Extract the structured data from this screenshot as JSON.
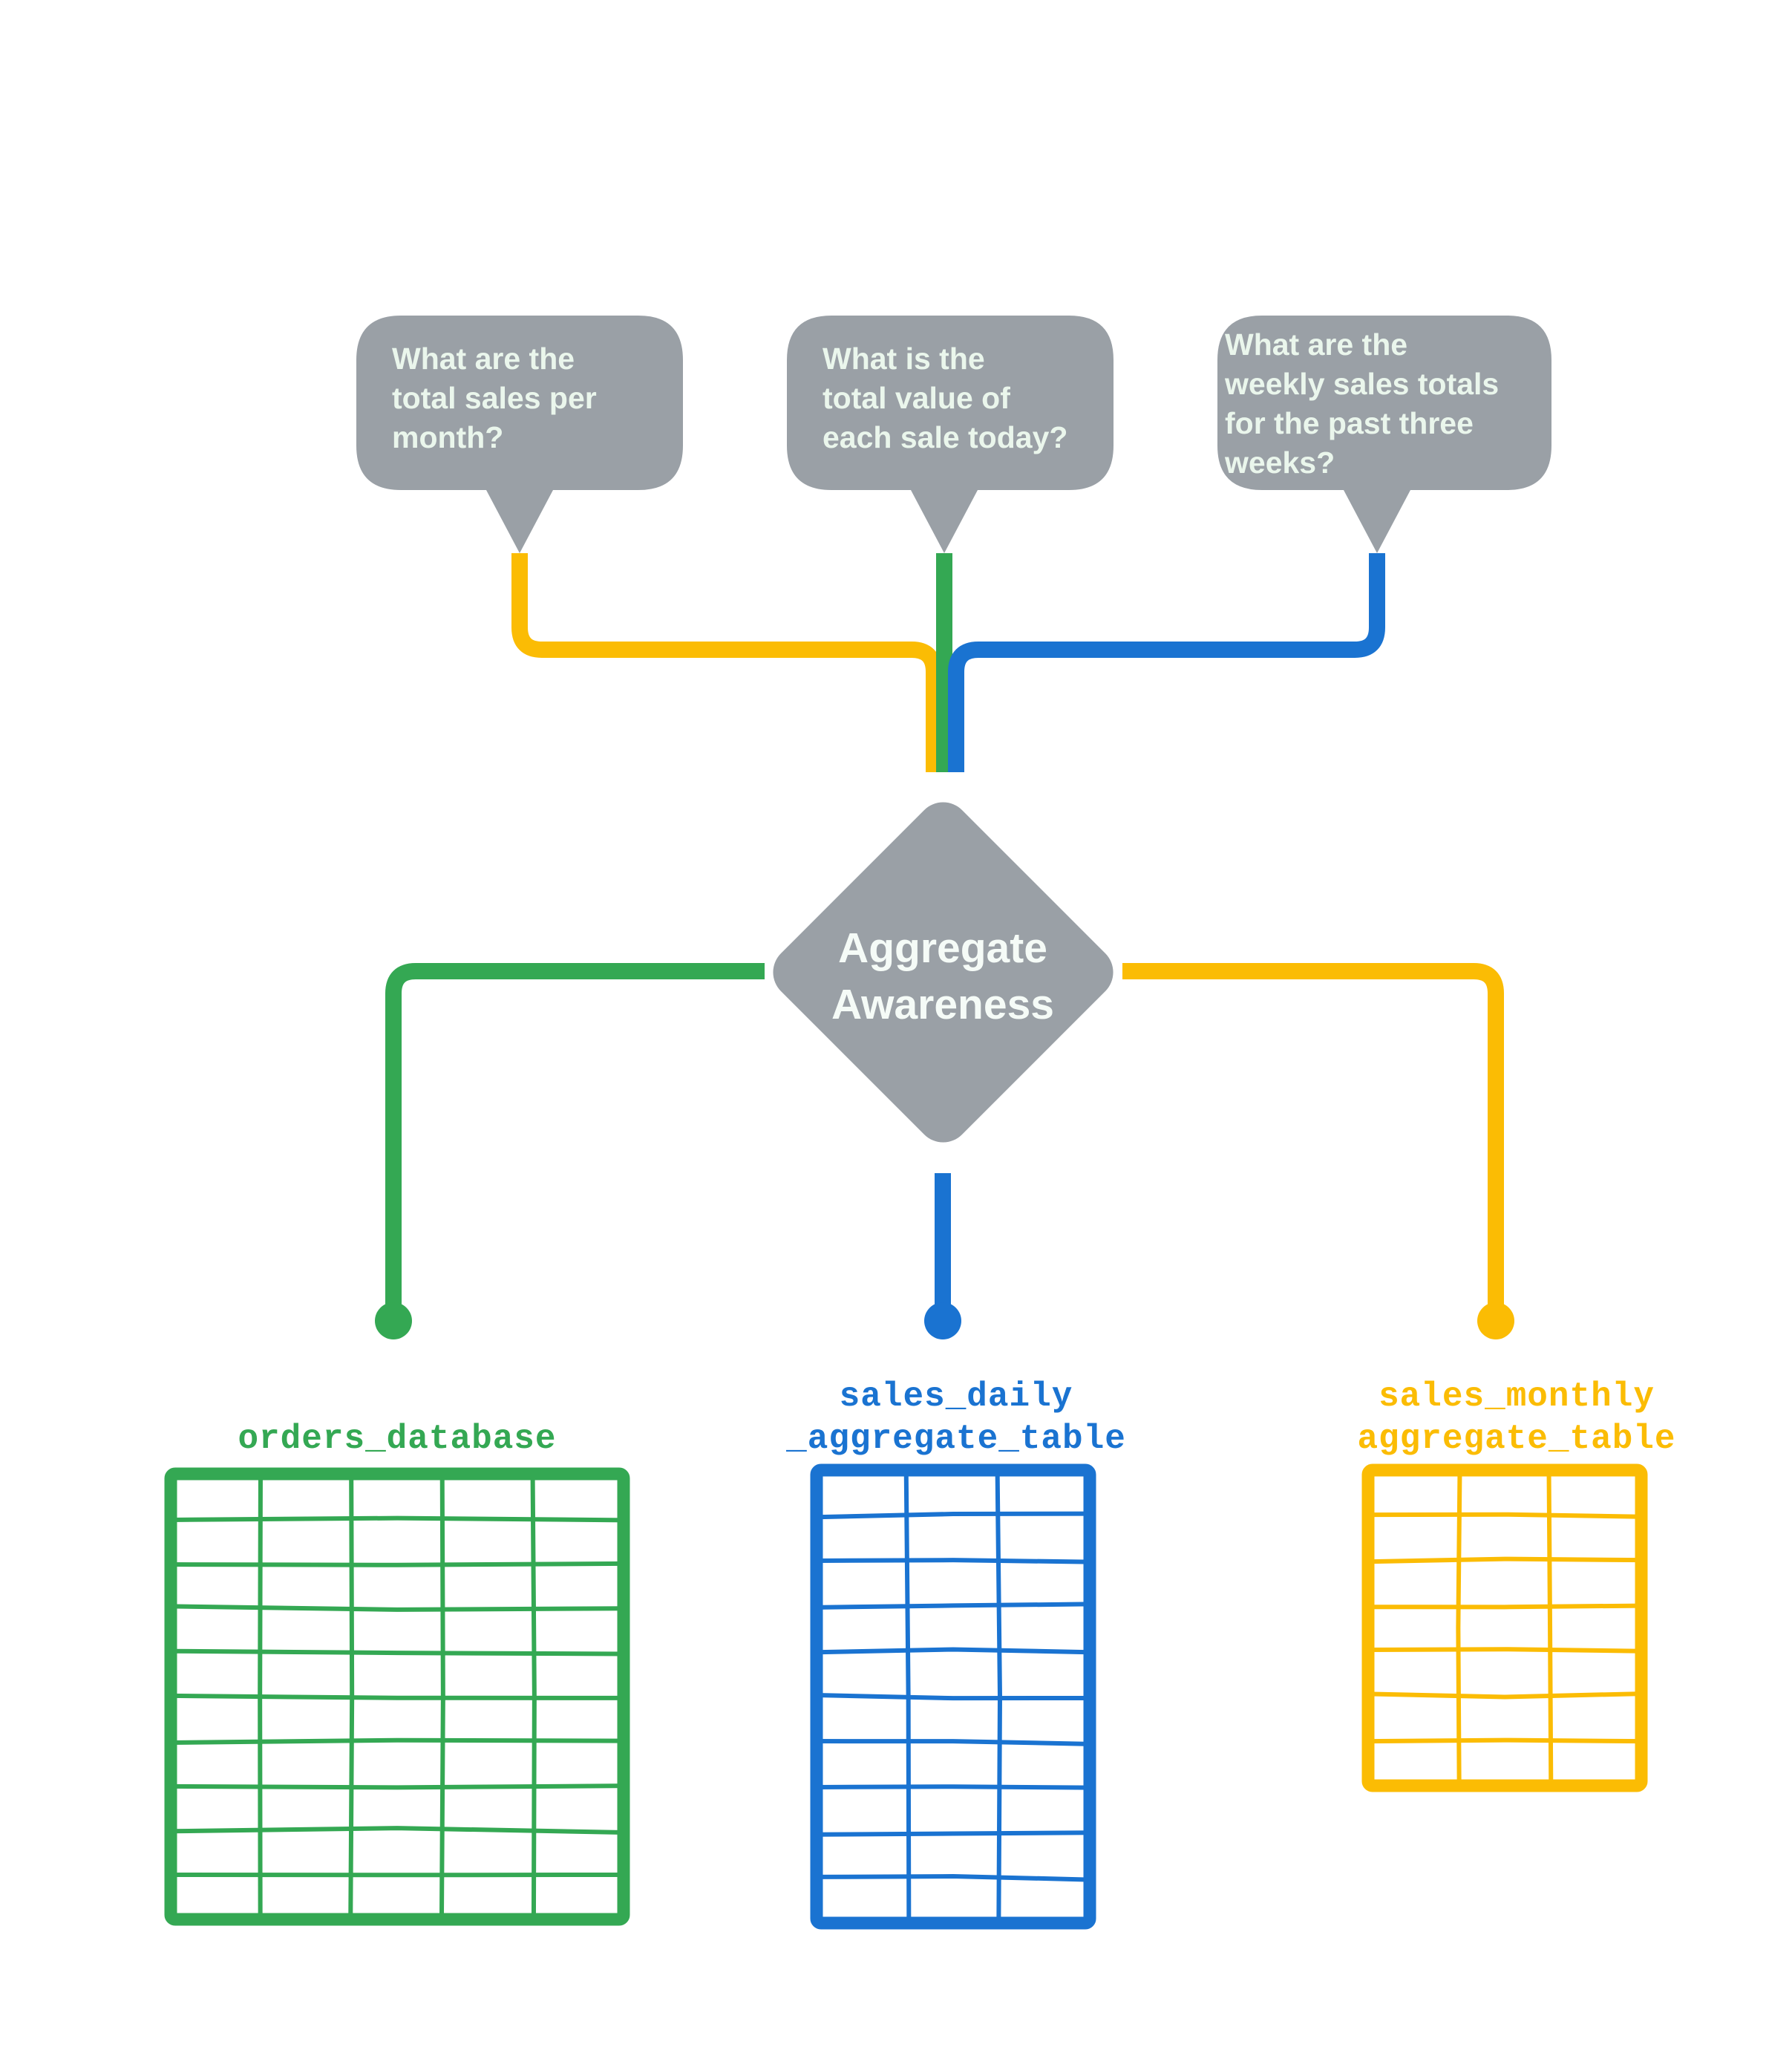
{
  "diagram": {
    "title": "Aggregate Awareness",
    "center_node": {
      "label_line1": "Aggregate",
      "label_line2": "Awareness",
      "shape": "diamond",
      "fill": "#9aa0a6",
      "text_color": "#f5fbf7"
    },
    "questions": [
      {
        "id": "question-monthly",
        "lines": [
          "What are the",
          "total sales per",
          "month?"
        ],
        "full_text": "What are the total sales per month?",
        "connector_color": "#fbbc04",
        "routes_to": "sales_monthly aggregate_table"
      },
      {
        "id": "question-daily",
        "lines": [
          "What is the",
          "total value of",
          "each sale today?"
        ],
        "full_text": "What is the total value of each sale today?",
        "connector_color": "#34a853",
        "routes_to": "orders_database"
      },
      {
        "id": "question-weekly",
        "lines": [
          "What are the",
          "weekly sales totals",
          "for the past three",
          "weeks?"
        ],
        "full_text": "What are the weekly sales totals for the past three weeks?",
        "connector_color": "#1a73d1",
        "routes_to": "sales_daily_aggregate_table"
      }
    ],
    "sources": [
      {
        "id": "source-orders-database",
        "label_lines": [
          "orders_database"
        ],
        "full_name": "orders_database",
        "color": "#34a853",
        "columns": 5,
        "rows": 10
      },
      {
        "id": "source-sales-daily",
        "label_lines": [
          "sales_daily",
          "_aggregate_table"
        ],
        "full_name": "sales_daily_aggregate_table",
        "color": "#1a73d1",
        "columns": 3,
        "rows": 10
      },
      {
        "id": "source-sales-monthly",
        "label_lines": [
          "sales_monthly",
          "aggregate_table"
        ],
        "full_name": "sales_monthly_aggregate_table",
        "color": "#fbbc04",
        "columns": 3,
        "rows": 7
      }
    ],
    "colors": {
      "gray": "#9aa0a6",
      "green": "#34a853",
      "blue": "#1a73d1",
      "yellow": "#fbbc04",
      "bubble_text": "#eaf6ec",
      "background": "#ffffff"
    }
  }
}
